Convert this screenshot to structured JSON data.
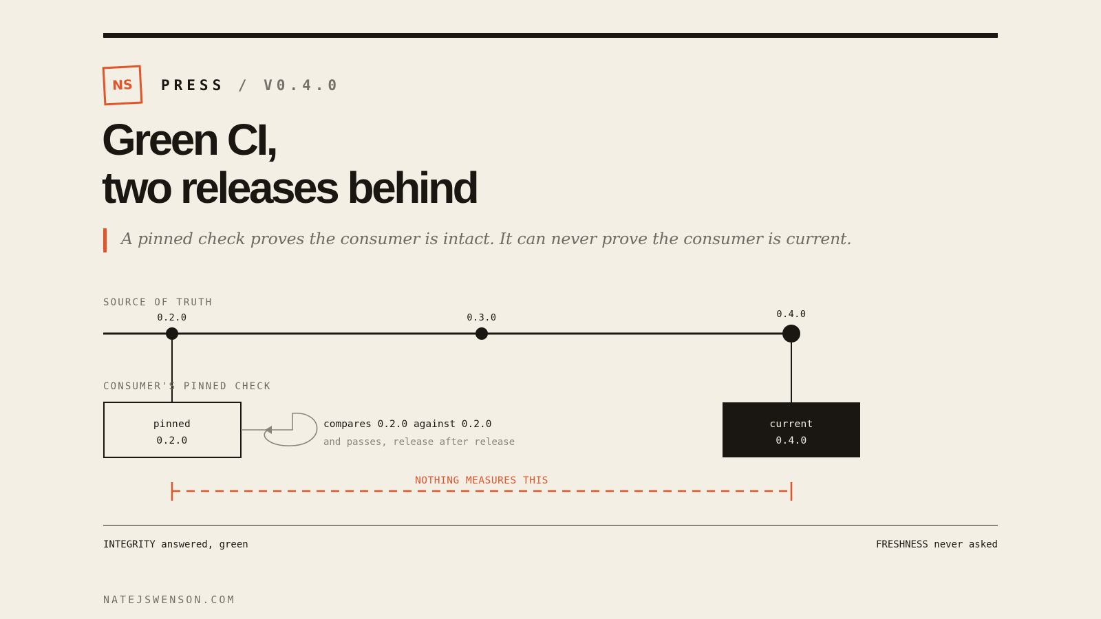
{
  "brand": {
    "logo_text": "NS",
    "kicker_section": "PRESS",
    "kicker_version": "/ V0.4.0",
    "site": "NATEJSWENSON.COM"
  },
  "headline": {
    "line1": "Green CI,",
    "line2": "two releases behind"
  },
  "deck": "A pinned check proves the consumer is intact. It can never prove the consumer is current.",
  "diagram": {
    "source_track_label": "SOURCE OF TRUTH",
    "consumer_track_label": "CONSUMER'S PINNED CHECK",
    "releases": [
      "0.2.0",
      "0.3.0",
      "0.4.0"
    ],
    "pinned_box": {
      "title": "pinned",
      "version": "0.2.0"
    },
    "current_box": {
      "title": "current",
      "version": "0.4.0"
    },
    "compare_line1": "compares 0.2.0 against 0.2.0",
    "compare_line2": "and passes, release after release",
    "gap_label": "NOTHING MEASURES THIS"
  },
  "footer": {
    "left_strong": "INTEGRITY",
    "left_rest": " answered, green",
    "right_strong": "FRESHNESS",
    "right_rest": " never asked"
  },
  "colors": {
    "background": "#f4efe5",
    "ink": "#1a1712",
    "accent": "#e0552a",
    "muted": "#6f6a64"
  }
}
